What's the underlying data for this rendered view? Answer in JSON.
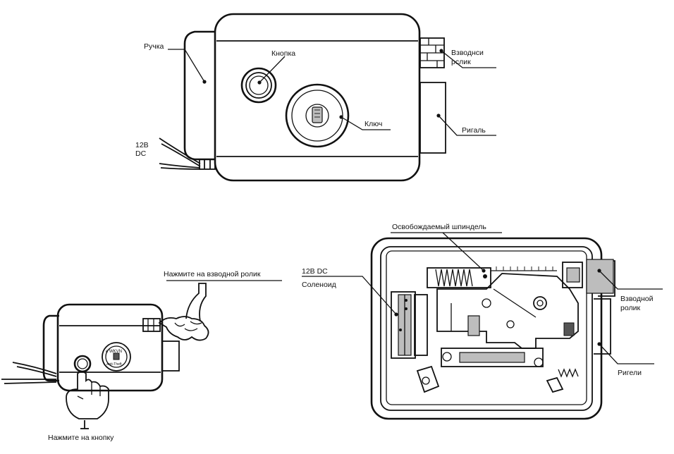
{
  "labels": {
    "handle": "Ручка",
    "button": "Кнопка",
    "cocking_roller": "Взводнси\nрслик",
    "key": "Ключ",
    "bolt": "Ригаль",
    "power": "12В\nDC",
    "press_roller": "Нажмите на взводной ролик",
    "press_button": "Нажмите на кнопку",
    "release_spindle": "Освобождаемый шпиндель",
    "solenoid": "12В DC\nСоленоид",
    "cocking_roller_2": "Взводной\nролик",
    "bolts": "Ригели"
  },
  "colors": {
    "ink": "#111111",
    "background": "#ffffff",
    "shade": "#bdbdbd"
  }
}
